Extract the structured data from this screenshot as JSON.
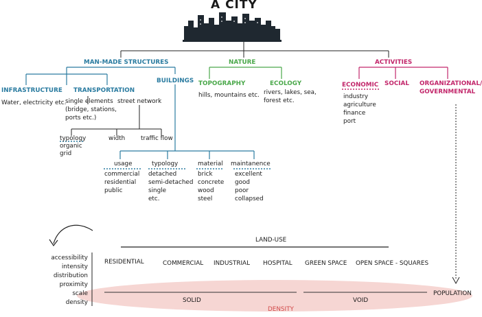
{
  "title": "A CITY",
  "branches": {
    "man_made": "MAN-MADE STRUCTURES",
    "nature": "NATURE",
    "activities": "ACTIVITIES"
  },
  "man_made": {
    "infrastructure": {
      "label": "INFRASTRUCTURE",
      "desc": "Water, electricity etc."
    },
    "transportation": {
      "label": "TRANSPORTATION",
      "single_elements": [
        "single elements",
        "(bridge, stations,",
        "ports etc.)"
      ],
      "street_network": "street network",
      "typology": {
        "label": "typology",
        "items": [
          "organic",
          "grid"
        ]
      },
      "width": "width",
      "traffic_flow": "traffic flow"
    },
    "buildings": {
      "label": "BUILDINGS",
      "usage": {
        "label": "usage",
        "items": [
          "commercial",
          "residential",
          "public"
        ]
      },
      "typology": {
        "label": "typology",
        "items": [
          "detached",
          "semi-detached",
          "single",
          "etc."
        ]
      },
      "material": {
        "label": "material",
        "items": [
          "brick",
          "concrete",
          "wood",
          "steel"
        ]
      },
      "maintanence": {
        "label": "maintanence",
        "items": [
          "excellent",
          "good",
          "poor",
          "collapsed"
        ]
      }
    }
  },
  "nature": {
    "topography": {
      "label": "TOPOGRAPHY",
      "desc": "hills, mountains etc."
    },
    "ecology": {
      "label": "ECOLOGY",
      "desc": [
        "rivers, lakes, sea,",
        "forest etc."
      ]
    }
  },
  "activities": {
    "economic": {
      "label": "ECONOMIC",
      "items": [
        "industry",
        "agriculture",
        "finance",
        "port"
      ]
    },
    "social": "SOCIAL",
    "organizational": [
      "ORGANIZATIONAL/",
      "GOVERNMENTAL"
    ]
  },
  "land_use": {
    "label": "LAND-USE",
    "items": [
      "RESIDENTIAL",
      "COMMERCIAL",
      "INDUSTRIAL",
      "HOSPITAL",
      "GREEN SPACE",
      "OPEN SPACE - SQUARES"
    ]
  },
  "measures": [
    "accessibility",
    "intensity",
    "distribution",
    "proximity",
    "scale",
    "density"
  ],
  "density": {
    "solid": "SOLID",
    "void": "VOID",
    "label": "DENSITY",
    "population": "POPULATION"
  },
  "colors": {
    "man_made": "#2a7ba0",
    "nature": "#4aa84a",
    "activities": "#c2266a",
    "density_fill": "#f6d6d3",
    "density_text": "#d24a4a"
  }
}
